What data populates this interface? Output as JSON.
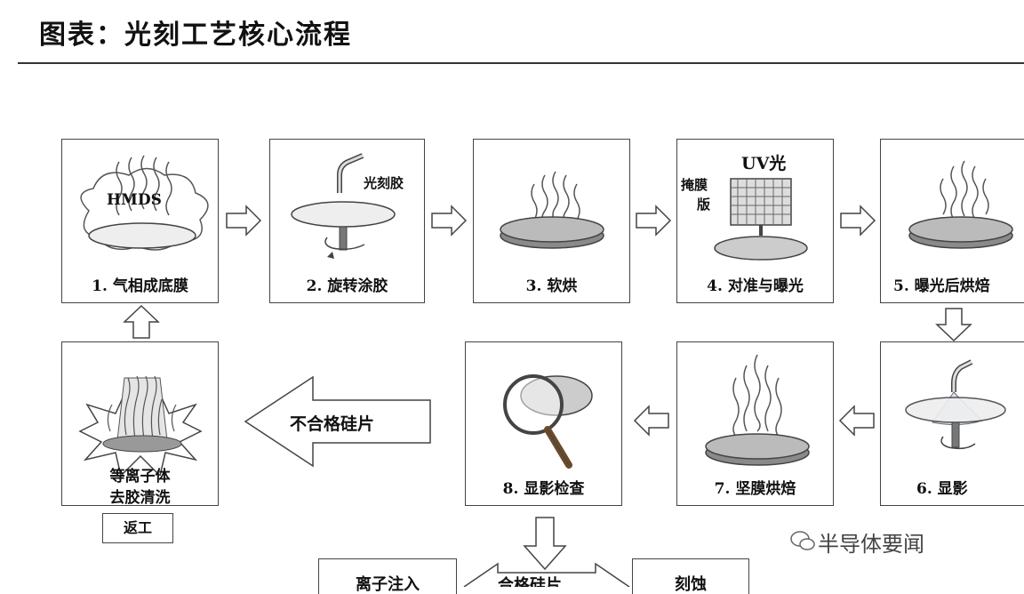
{
  "title": "图表：光刻工艺核心流程",
  "steps": [
    {
      "caption": "1. 气相成底膜",
      "label": "HMDS"
    },
    {
      "caption": "2. 旋转涂胶",
      "label": "光刻胶"
    },
    {
      "caption": "3. 软烘"
    },
    {
      "caption": "4. 对准与曝光",
      "label_top": "UV光",
      "label_side_1": "掩膜",
      "label_side_2": "版"
    },
    {
      "caption": "5. 曝光后烘焙"
    },
    {
      "caption": "6. 显影"
    },
    {
      "caption": "7. 坚膜烘焙"
    },
    {
      "caption": "8. 显影检查"
    }
  ],
  "strip": {
    "caption_1": "等离子体",
    "caption_2": "去胶清洗",
    "tag": "返工"
  },
  "reject_label": "不合格硅片",
  "bottom": {
    "left": "离子注入",
    "middle": "合格硅片",
    "right": "刻蚀"
  },
  "watermark": "半导体要闻",
  "colors": {
    "line": "#444444",
    "wafer_fill": "#eeeeee",
    "wafer_dark": "#8a8a8a"
  }
}
